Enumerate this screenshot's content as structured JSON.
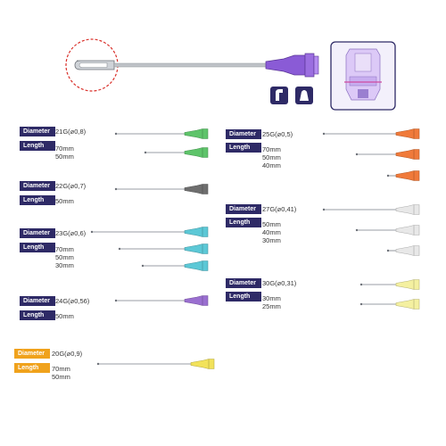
{
  "labels": {
    "diameter": "Diameter",
    "length": "Length"
  },
  "colors": {
    "navy": "#2e2a66",
    "orange": "#f0a21c"
  },
  "groups": {
    "g21": {
      "gauge": "21G(⌀0,8)",
      "lengths": [
        "70mm",
        "50mm"
      ],
      "hub_color": "#5ec46a"
    },
    "g22": {
      "gauge": "22G(⌀0,7)",
      "lengths": [
        "50mm"
      ],
      "hub_color": "#6e6e6e"
    },
    "g23": {
      "gauge": "23G(⌀0,6)",
      "lengths": [
        "70mm",
        "50mm",
        "30mm"
      ],
      "hub_color": "#5cc8d6"
    },
    "g24": {
      "gauge": "24G(⌀0,56)",
      "lengths": [
        "50mm"
      ],
      "hub_color": "#9a6fd0"
    },
    "g20": {
      "gauge": "20G(⌀0,9)",
      "lengths": [
        "70mm",
        "50mm"
      ],
      "hub_color": "#f2e25a"
    },
    "g25": {
      "gauge": "25G(⌀0,5)",
      "lengths": [
        "70mm",
        "50mm",
        "40mm"
      ],
      "hub_color": "#f07a3a"
    },
    "g27": {
      "gauge": "27G(⌀0,41)",
      "lengths": [
        "50mm",
        "40mm",
        "30mm"
      ],
      "hub_color": "#e8e8e8"
    },
    "g30": {
      "gauge": "30G(⌀0,31)",
      "lengths": [
        "30mm",
        "25mm"
      ],
      "hub_color": "#f4f0a0"
    }
  },
  "icons": [
    "bevel-tip-icon",
    "hub-grip-icon"
  ]
}
